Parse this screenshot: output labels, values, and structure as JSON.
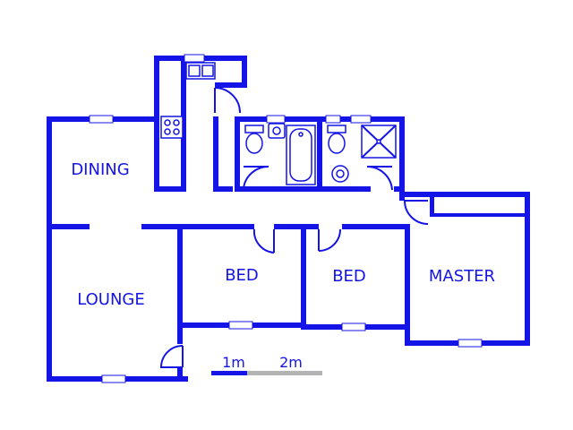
{
  "rooms": {
    "dining": "DINING",
    "lounge": "LOUNGE",
    "bed_1": "BED",
    "bed_2": "BED",
    "master": "MASTER"
  },
  "scale_bar": {
    "label_1": "1m",
    "label_2": "2m"
  },
  "colors": {
    "walls": "#1414e6",
    "scale_secondary": "#b4b4b4",
    "background": "#ffffff"
  }
}
